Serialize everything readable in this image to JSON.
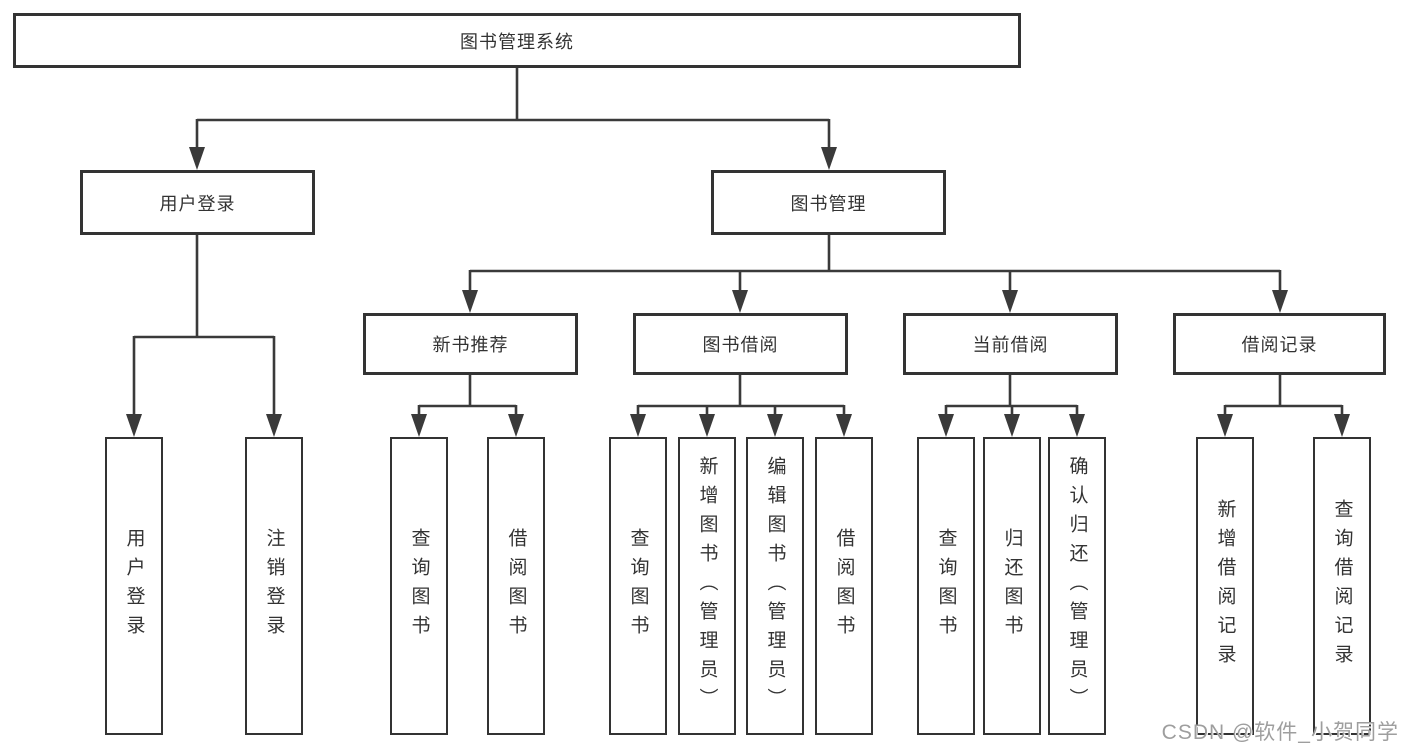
{
  "diagram": {
    "title": "图书管理系统",
    "level2": [
      {
        "label": "用户登录"
      },
      {
        "label": "图书管理"
      }
    ],
    "level3": [
      {
        "label": "新书推荐"
      },
      {
        "label": "图书借阅"
      },
      {
        "label": "当前借阅"
      },
      {
        "label": "借阅记录"
      }
    ],
    "leaves": {
      "user_login": [
        "用户登录",
        "注销登录"
      ],
      "new_book": [
        "查询图书",
        "借阅图书"
      ],
      "book_borrow": [
        "查询图书",
        "新增图书（管理员）",
        "编辑图书（管理员）",
        "借阅图书"
      ],
      "current_borrow": [
        "查询图书",
        "归还图书",
        "确认归还（管理员）"
      ],
      "borrow_record": [
        "新增借阅记录",
        "查询借阅记录"
      ]
    }
  },
  "watermark": "CSDN @软件_小贺同学",
  "colors": {
    "line": "#3a3a3a",
    "box_border": "#333333",
    "text": "#333333",
    "watermark_gray": "#9e9e9e",
    "background": "#ffffff"
  }
}
